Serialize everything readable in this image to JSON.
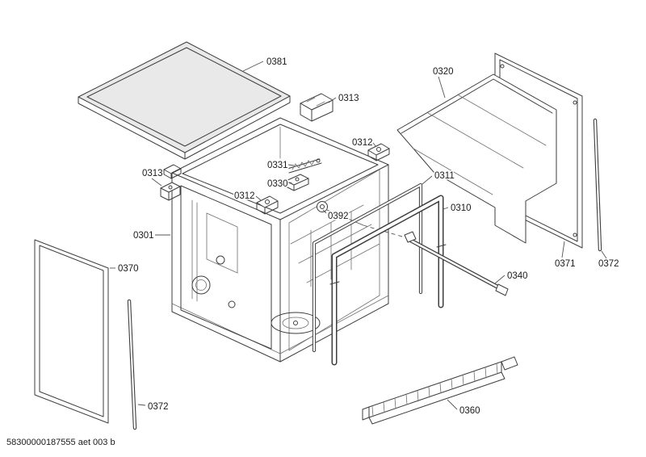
{
  "diagram": {
    "footer_code": "58300000187555 aet 003 b",
    "colors": {
      "line": "#3e3e3e",
      "panel_fill": "#e9e9e9",
      "background": "#ffffff",
      "label_text": "#1b1b1b"
    },
    "labels": {
      "l0381": "0381",
      "l0313_top": "0313",
      "l0320": "0320",
      "l0312_right": "0312",
      "l0331": "0331",
      "l0330": "0330",
      "l0311": "0311",
      "l0313_left": "0313",
      "l0312_left": "0312",
      "l0392": "0392",
      "l0310": "0310",
      "l0301": "0301",
      "l0370": "0370",
      "l0340": "0340",
      "l0371": "0371",
      "l0372_right": "0372",
      "l0372_left": "0372",
      "l0360": "0360"
    }
  }
}
